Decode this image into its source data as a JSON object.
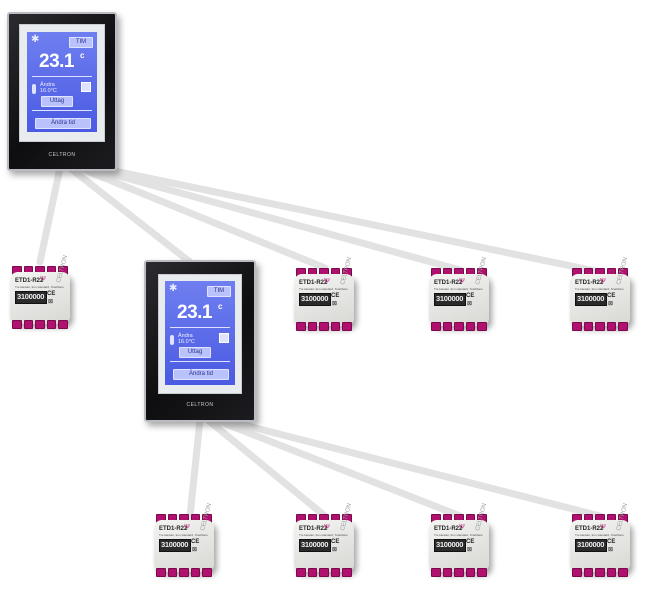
{
  "thermostat": {
    "mode_label": "TIM",
    "temperature": "23.1",
    "degree_unit": "c",
    "status_line_1": "Ändra",
    "status_line_2": "16.0°C",
    "button_label": "Uttag",
    "footer_label": "Ändra tid",
    "brand": "CELTRON"
  },
  "relay": {
    "model": "ETD1-R22",
    "fine_print": "Tre kanaler, fem standard, Snabbare",
    "code": "3100000",
    "ce_mark": "CE",
    "brand": "CELTRON"
  },
  "colors": {
    "screen": "#5a6ae8",
    "terminal": "#b0116e",
    "link": "#e3e3e3",
    "frame": "#18181b"
  }
}
